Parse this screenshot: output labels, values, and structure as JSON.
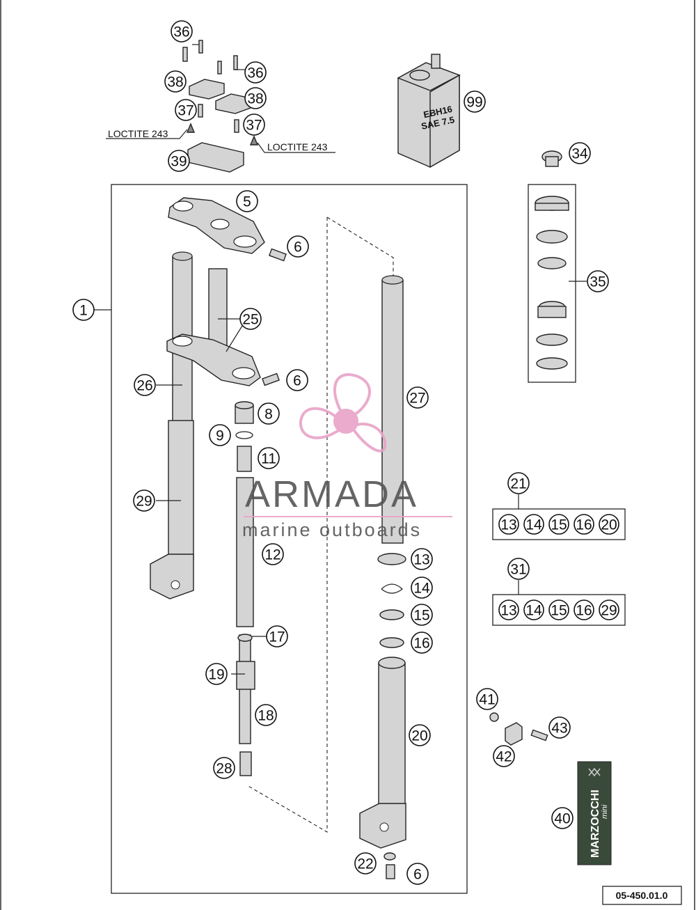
{
  "callouts": {
    "c1": "1",
    "c5": "5",
    "c6a": "6",
    "c6b": "6",
    "c6c": "6",
    "c8": "8",
    "c9": "9",
    "c11": "11",
    "c12": "12",
    "c13": "13",
    "c14": "14",
    "c15": "15",
    "c16": "16",
    "c17": "17",
    "c18": "18",
    "c19": "19",
    "c20": "20",
    "c21": "21",
    "c22": "22",
    "c25": "25",
    "c26": "26",
    "c27": "27",
    "c28": "28",
    "c29": "29",
    "c31": "31",
    "c34": "34",
    "c35": "35",
    "c36a": "36",
    "c36b": "36",
    "c37a": "37",
    "c37b": "37",
    "c38a": "38",
    "c38b": "38",
    "c39": "39",
    "c40": "40",
    "c41": "41",
    "c42": "42",
    "c43": "43",
    "c99": "99"
  },
  "kit21": [
    "13",
    "14",
    "15",
    "16",
    "20"
  ],
  "kit31": [
    "13",
    "14",
    "15",
    "16",
    "29"
  ],
  "notes": {
    "loctite_left": "LOCTITE 243",
    "loctite_right": "LOCTITE 243"
  },
  "oil_can": {
    "line1": "EBH16",
    "line2": "SAE 7.5"
  },
  "watermark": {
    "title": "ARMADA",
    "subtitle": "marine outboards",
    "logo_color": "#e8a3c8",
    "text_color": "#555555"
  },
  "brand": {
    "name": "MARZOCCHI",
    "sub": "mini",
    "color": "#3a4a3a"
  },
  "drawing_ref": "05-450.01.0"
}
